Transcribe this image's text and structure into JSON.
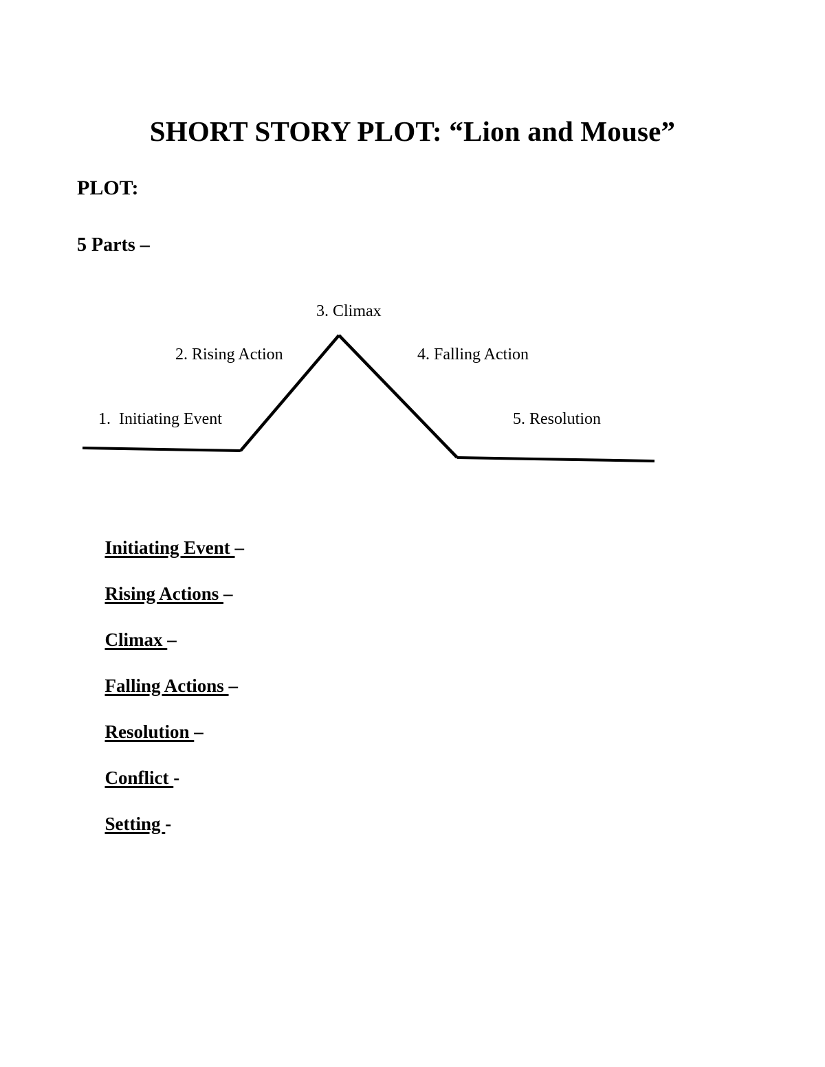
{
  "document": {
    "title": "SHORT STORY PLOT: “Lion and Mouse”",
    "heading_plot": "PLOT:",
    "heading_parts": "5 Parts –"
  },
  "diagram": {
    "type": "plot-arc",
    "labels": {
      "initiating_event": "1.  Initiating Event",
      "rising_action": "2. Rising Action",
      "climax": "3. Climax",
      "falling_action": "4. Falling Action",
      "resolution": "5. Resolution"
    },
    "line_color": "#000000",
    "line_width": 4
  },
  "terms": [
    {
      "label": "Initiating Event ",
      "dash": "–",
      "dash_underlined": false
    },
    {
      "label": "Rising Actions ",
      "dash": "–",
      "dash_underlined": false
    },
    {
      "label": "Climax ",
      "dash": "–",
      "dash_underlined": false
    },
    {
      "label": "Falling Actions ",
      "dash": "–",
      "dash_underlined": false
    },
    {
      "label": "Resolution ",
      "dash": "–",
      "dash_underlined": false
    },
    {
      "label": "Conflict ",
      "dash": "-",
      "dash_underlined": false
    },
    {
      "label": "Setting ",
      "dash": "-",
      "dash_underlined": true
    }
  ]
}
